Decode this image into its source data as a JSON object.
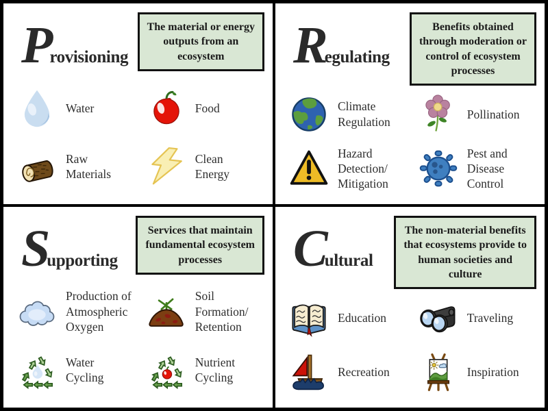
{
  "colors": {
    "quadrant_bg": "#ffffff",
    "divider": "#000000",
    "description_box_bg": "#d9e7d4",
    "description_box_border": "#111111",
    "text": "#2e2e2e"
  },
  "quadrants": [
    {
      "name": "provisioning",
      "initial": "P",
      "title_rest": "rovisioning",
      "description": "The material or energy\noutputs from an\necosystem",
      "items": [
        {
          "icon": "water-droplet-icon",
          "label": "Water"
        },
        {
          "icon": "apple-icon",
          "label": "Food"
        },
        {
          "icon": "log-icon",
          "label": "Raw\nMaterials"
        },
        {
          "icon": "lightning-bolt-icon",
          "label": "Clean\nEnergy"
        }
      ]
    },
    {
      "name": "regulating",
      "initial": "R",
      "title_rest": "egulating",
      "description": "Benefits obtained\nthrough moderation or\ncontrol of ecosystem\nprocesses",
      "items": [
        {
          "icon": "earth-icon",
          "label": "Climate\nRegulation"
        },
        {
          "icon": "flower-icon",
          "label": "Pollination"
        },
        {
          "icon": "warning-triangle-icon",
          "label": "Hazard\nDetection/\nMitigation"
        },
        {
          "icon": "virus-icon",
          "label": "Pest and\nDisease\nControl"
        }
      ]
    },
    {
      "name": "supporting",
      "initial": "S",
      "title_rest": "upporting",
      "description": "Services that maintain\nfundamental ecosystem\nprocesses",
      "items": [
        {
          "icon": "cloud-icon",
          "label": "Production of\nAtmospheric\nOxygen"
        },
        {
          "icon": "soil-mound-icon",
          "label": "Soil Formation/\nRetention"
        },
        {
          "icon": "water-cycle-icon",
          "label": "Water\nCycling"
        },
        {
          "icon": "nutrient-cycle-icon",
          "label": "Nutrient\nCycling"
        }
      ]
    },
    {
      "name": "cultural",
      "initial": "C",
      "title_rest": "ultural",
      "description": "The non-material benefits\nthat ecosystems provide to\nhuman societies and\nculture",
      "items": [
        {
          "icon": "open-book-icon",
          "label": "Education"
        },
        {
          "icon": "binoculars-icon",
          "label": "Traveling"
        },
        {
          "icon": "sailboat-icon",
          "label": "Recreation"
        },
        {
          "icon": "easel-painting-icon",
          "label": "Inspiration"
        }
      ]
    }
  ]
}
